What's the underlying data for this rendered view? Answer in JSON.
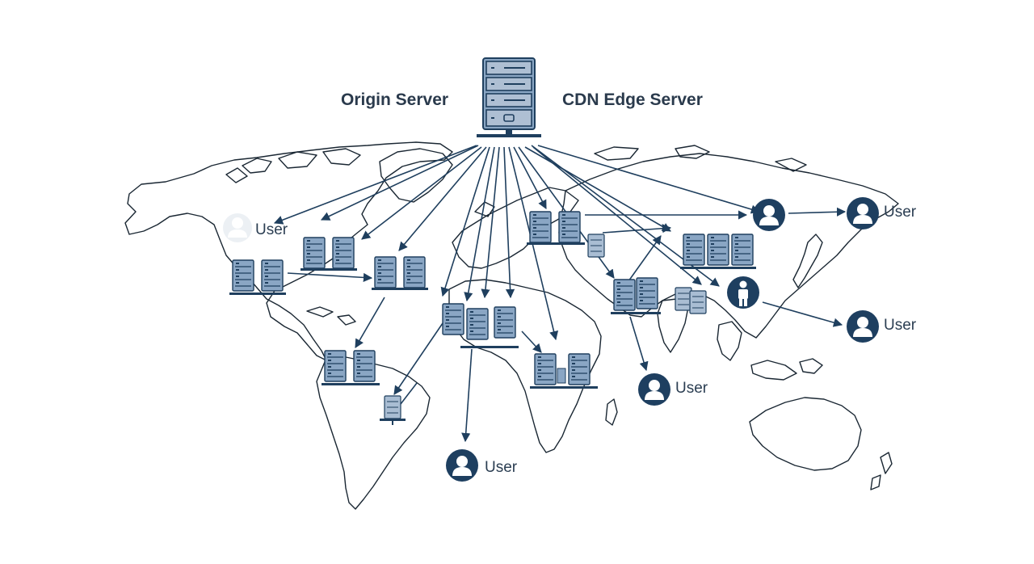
{
  "diagram": {
    "origin_label": "Origin Server",
    "edge_label": "CDN Edge Server",
    "user_label": "User",
    "colors": {
      "ink": "#1f3f5e",
      "server_fill": "#8aa6c4",
      "server_slot": "#1f3f5e",
      "map_line": "#1a2733",
      "user_fill": "#1e3f60",
      "user_faded": "#c9d5e2"
    }
  }
}
